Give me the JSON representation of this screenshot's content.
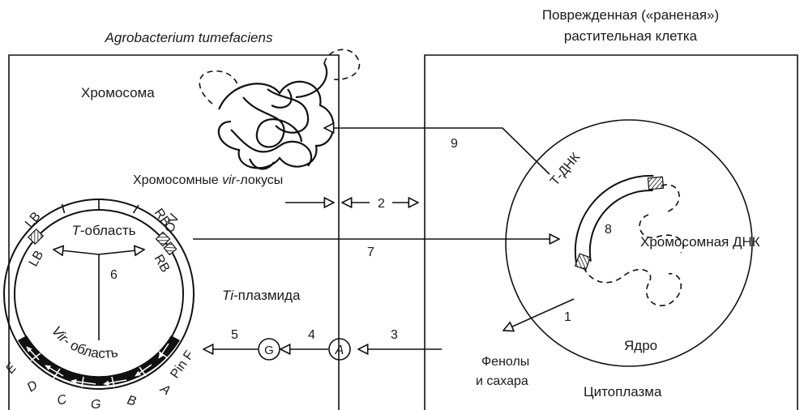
{
  "colors": {
    "ink": "#111111",
    "background": "#ffffff"
  },
  "bacterium": {
    "title": "Agrobacterium tumefaciens",
    "chromosome_label": "Хромосома",
    "vir_loci_prefix": "Хромосомные ",
    "vir_loci_italic": "vir",
    "vir_loci_suffix": "-локусы",
    "plasmid_label_italic": "Ti",
    "plasmid_label_suffix": "-плазмида",
    "t_region_italic": "T",
    "t_region_suffix": "-область",
    "vir_region_italic": "Vir",
    "vir_region_suffix": "- область",
    "border_left_top": "LB",
    "border_right_top": "RB",
    "border_left_inner": "LB",
    "border_right_inner": "RB",
    "overdrive": "OV",
    "pin_f": "Pin F",
    "vir_genes": [
      "E",
      "D",
      "C",
      "G",
      "B",
      "A"
    ]
  },
  "plant_cell": {
    "title_line1": "Поврежденная («раненая»)",
    "title_line2": "растительная клетка",
    "t_dna_label": "Т-ДНК",
    "chromosomal_dna": "Хромосомная ДНК",
    "nucleus": "Ядро",
    "cytoplasm": "Цитоплазма",
    "phenols_line1": "Фенолы",
    "phenols_line2": "и сахара"
  },
  "proteins": {
    "a": "A",
    "g": "G"
  },
  "steps": [
    "1",
    "2",
    "3",
    "4",
    "5",
    "6",
    "7",
    "8",
    "9"
  ]
}
